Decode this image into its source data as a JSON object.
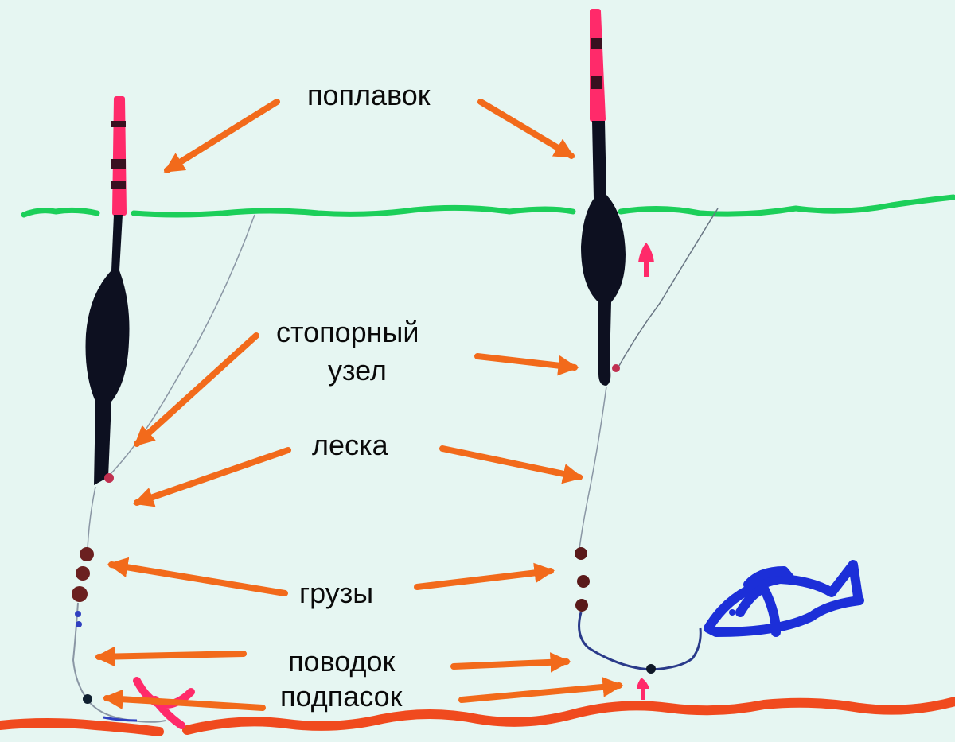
{
  "labels": {
    "float": "поплавок",
    "stop_knot_line1": "стопорный",
    "stop_knot_line2": "узел",
    "line": "леска",
    "weights": "грузы",
    "leader": "поводок",
    "shot": "подпасок"
  },
  "colors": {
    "background": "#e6f6f2",
    "water_surface": "#1ccf5a",
    "bottom": "#f04a1e",
    "arrow": "#f26a1b",
    "float_tip": "#ff2a6a",
    "float_body": "#0d1020",
    "weights": "#6b2020",
    "fish": "#1c2fd8",
    "fishing_line": "#7a8796"
  }
}
